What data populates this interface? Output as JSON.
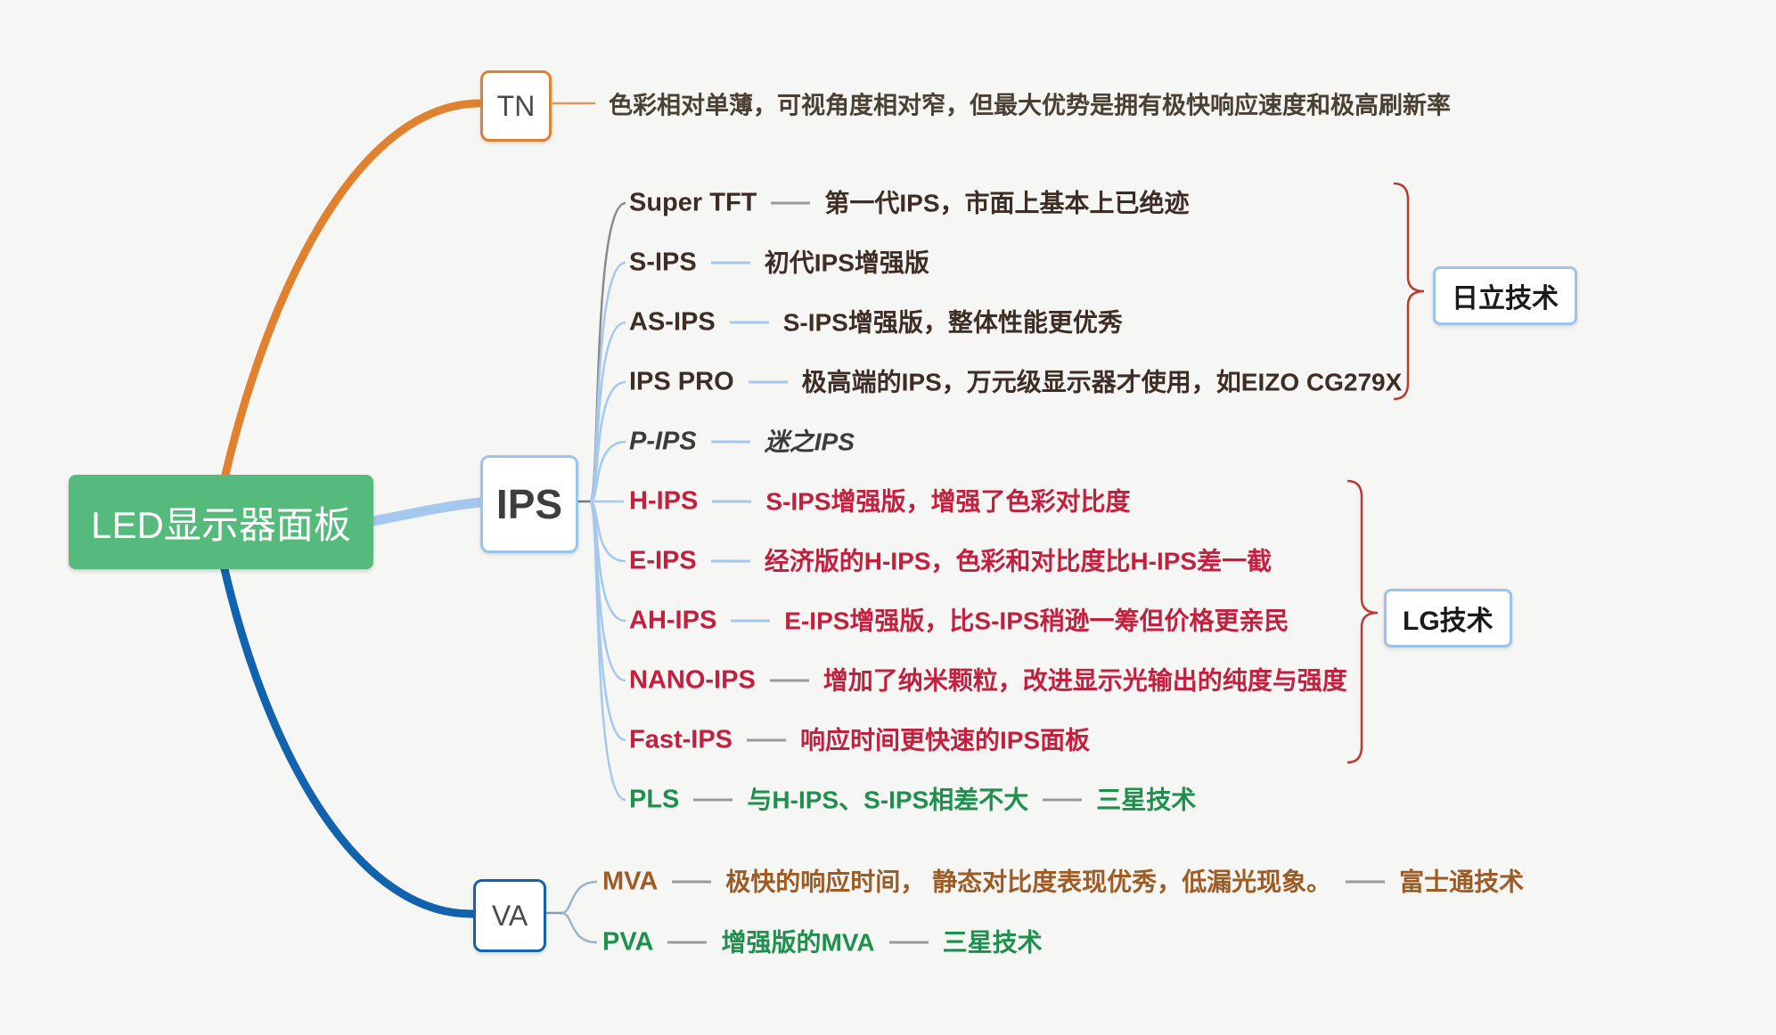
{
  "root": {
    "label": "LED显示器面板"
  },
  "nodes": {
    "tn": "TN",
    "ips": "IPS",
    "va": "VA"
  },
  "tn_desc": "色彩相对单薄，可视角度相对窄，但最大优势是拥有极快响应速度和极高刷新率",
  "ips_children": [
    {
      "label": "Super TFT",
      "desc": "第一代IPS，市面上基本上已绝迹",
      "tone": "dark",
      "dash": "gray"
    },
    {
      "label": "S-IPS",
      "desc": "初代IPS增强版",
      "tone": "dark",
      "dash": "blue"
    },
    {
      "label": "AS-IPS",
      "desc": "S-IPS增强版，整体性能更优秀",
      "tone": "dark",
      "dash": "blue"
    },
    {
      "label": "IPS PRO",
      "desc": "极高端的IPS，万元级显示器才使用，如EIZO CG279X",
      "tone": "dark",
      "dash": "blue"
    },
    {
      "label": "P-IPS",
      "desc": "迷之IPS",
      "tone": "italic",
      "dash": "blue"
    },
    {
      "label": "H-IPS",
      "desc": "S-IPS增强版，增强了色彩对比度",
      "tone": "red",
      "dash": "blue"
    },
    {
      "label": "E-IPS",
      "desc": "经济版的H-IPS，色彩和对比度比H-IPS差一截",
      "tone": "red",
      "dash": "blue"
    },
    {
      "label": "AH-IPS",
      "desc": "E-IPS增强版，比S-IPS稍逊一筹但价格更亲民",
      "tone": "red",
      "dash": "blue"
    },
    {
      "label": "NANO-IPS",
      "desc": "增加了纳米颗粒，改进显示光输出的纯度与强度",
      "tone": "red",
      "dash": "gray"
    },
    {
      "label": "Fast-IPS",
      "desc": "响应时间更快速的IPS面板",
      "tone": "red",
      "dash": "gray"
    },
    {
      "label": "PLS",
      "desc": "与H-IPS、S-IPS相差不大",
      "tech": "三星技术",
      "tone": "green",
      "dash": "gray"
    }
  ],
  "va_children": [
    {
      "label": "MVA",
      "desc": "极快的响应时间， 静态对比度表现优秀，低漏光现象。",
      "tech": "富士通技术",
      "tone": "brown",
      "dash": "gray"
    },
    {
      "label": "PVA",
      "desc": "增强版的MVA",
      "tech": "三星技术",
      "tone": "green",
      "dash": "gray"
    }
  ],
  "tech_labels": {
    "hitachi": "日立技术",
    "lg": "LG技术"
  },
  "colors": {
    "background": "#f6f6f4",
    "root_green": "#57ba7d",
    "tn_orange": "#e0812f",
    "ips_light_blue": "#a4c8ee",
    "va_dark_blue": "#1263ad",
    "red_text": "#c2203f",
    "green_text": "#1f8f4e",
    "brown_text": "#9d5b26",
    "dark_text": "#3e2d24",
    "brace_red": "#bd3a32",
    "gray_dash": "#9a9a9a"
  }
}
